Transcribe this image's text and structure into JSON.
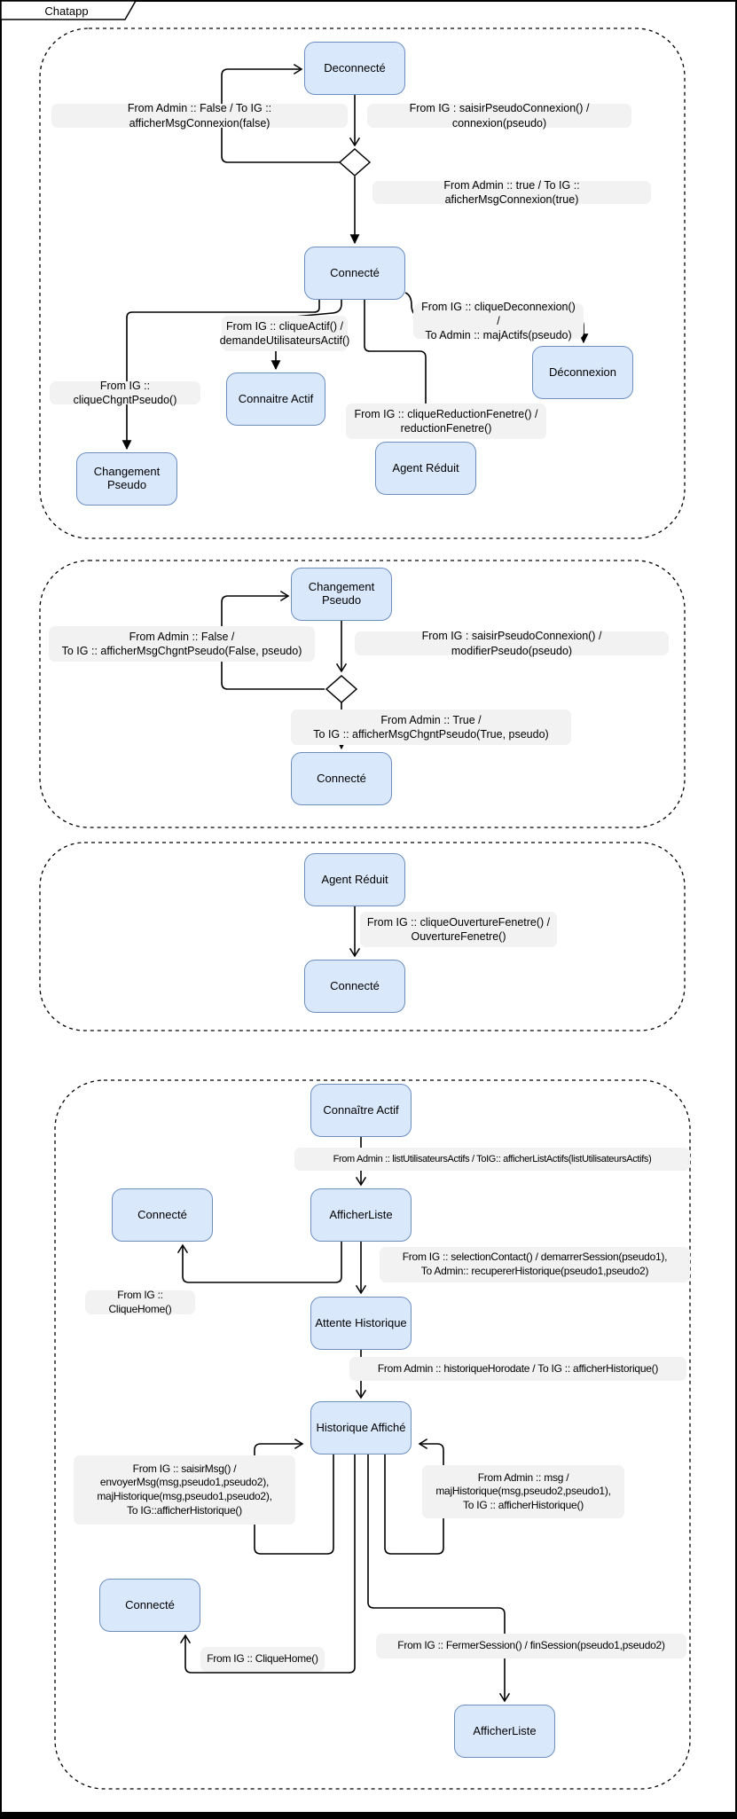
{
  "frame": {
    "title": "Chatapp"
  },
  "colors": {
    "state_fill": "#dae8fc",
    "state_border": "#6c8ebf",
    "label_bg": "#f2f2f2",
    "line": "#000000"
  },
  "sections": [
    {
      "states": {
        "deconnecte": "Deconnecté",
        "connecte": "Connecté",
        "changement_pseudo": "Changement Pseudo",
        "connaitre_actif": "Connaitre Actif",
        "agent_reduit": "Agent Réduit",
        "deconnexion": "Déconnexion"
      },
      "transitions": {
        "admin_false": "From Admin :: False  / To IG :: afficherMsgConnexion(false)",
        "ig_saisir_pseudo": "From IG : saisirPseudoConnexion() / connexion(pseudo)",
        "admin_true": "From Admin :: true  / To IG :: aficherMsgConnexion(true)",
        "ig_clique_chgnt_pseudo": "From IG :: cliqueChgntPseudo()",
        "ig_clique_actif": "From IG :: cliqueActif() /\ndemandeUtilisateursActif()",
        "ig_clique_reduction": "From IG :: cliqueReductionFenetre() /\nreductionFenetre()",
        "ig_clique_deconnexion": "From IG :: cliqueDeconnexion() /\nTo Admin :: majActifs(pseudo)"
      }
    },
    {
      "states": {
        "changement_pseudo": "Changement Pseudo",
        "connecte": "Connecté"
      },
      "transitions": {
        "admin_false": "From Admin :: False /\nTo IG :: afficherMsgChgntPseudo(False, pseudo)",
        "ig_saisir_pseudo": "From IG : saisirPseudoConnexion() / modifierPseudo(pseudo)",
        "admin_true": "From Admin :: True /\nTo IG :: afficherMsgChgntPseudo(True, pseudo)"
      }
    },
    {
      "states": {
        "agent_reduit": "Agent Réduit",
        "connecte": "Connecté"
      },
      "transitions": {
        "ig_ouverture": "From IG :: cliqueOuvertureFenetre() /\nOuvertureFenetre()"
      }
    },
    {
      "states": {
        "connaitre_actif": "Connaître Actif",
        "connecte": "Connecté",
        "afficher_liste": "AfficherListe",
        "attente_historique": "Attente Historique",
        "historique_affiche": "Historique Affiché",
        "connecte_bas": "Connecté",
        "afficher_liste_bas": "AfficherListe"
      },
      "transitions": {
        "admin_list_actifs": "From Admin :: listUtilisateursActifs / ToIG:: afficherListActifs(listUtilisateursActifs)",
        "ig_selection_contact": "From IG :: selectionContact() / demarrerSession(pseudo1),\nTo Admin:: recupererHistorique(pseudo1,pseudo2)",
        "ig_clique_home": "From IG :: CliqueHome()",
        "admin_historique_horodate": "From Admin :: historiqueHorodate / To IG :: afficherHistorique()",
        "ig_saisir_msg": "From IG :: saisirMsg() /\nenvoyerMsg(msg,pseudo1,pseudo2),\nmajHistorique(msg,pseudo1,pseudo2),\nTo IG::afficherHistorique()",
        "admin_msg": "From Admin :: msg /\nmajHistorique(msg,pseudo2,pseudo1),\nTo IG :: afficherHistorique()",
        "ig_clique_home_bas": "From IG :: CliqueHome()",
        "ig_fermer_session": "From IG :: FermerSession() / finSession(pseudo1,pseudo2)"
      }
    }
  ]
}
